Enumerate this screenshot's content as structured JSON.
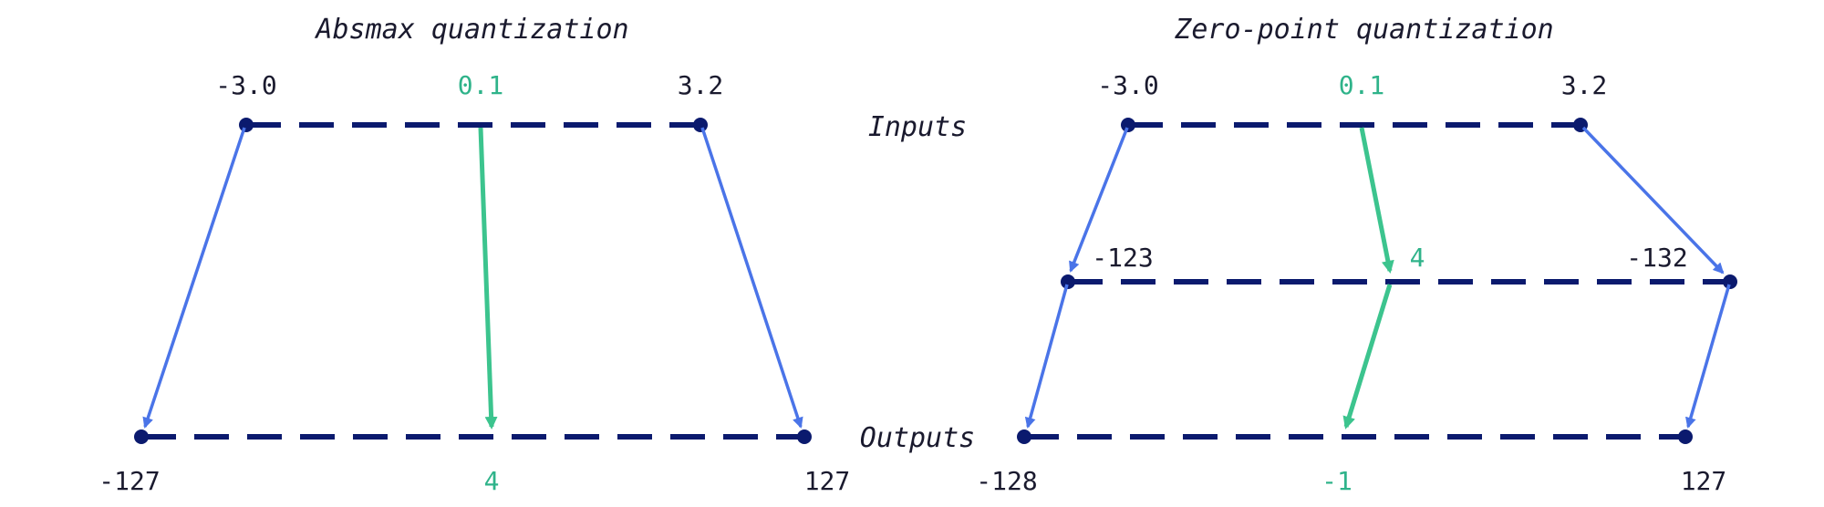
{
  "colors": {
    "line": "#0b1a6e",
    "blue_arrow": "#4a74e8",
    "green_arrow": "#3cc48e",
    "green_text": "#2fb38a",
    "text": "#1a1a2e"
  },
  "labels": {
    "inputs": "Inputs",
    "outputs": "Outputs"
  },
  "absmax": {
    "title": "Absmax quantization",
    "inputs": {
      "left": "-3.0",
      "mid": "0.1",
      "right": "3.2"
    },
    "outputs": {
      "left": "-127",
      "mid": "4",
      "right": "127"
    }
  },
  "zeropoint": {
    "title": "Zero-point quantization",
    "inputs": {
      "left": "-3.0",
      "mid": "0.1",
      "right": "3.2"
    },
    "intermediate": {
      "left": "-123",
      "mid": "4",
      "right": "-132"
    },
    "outputs": {
      "left": "-128",
      "mid": "-1",
      "right": "127"
    }
  }
}
